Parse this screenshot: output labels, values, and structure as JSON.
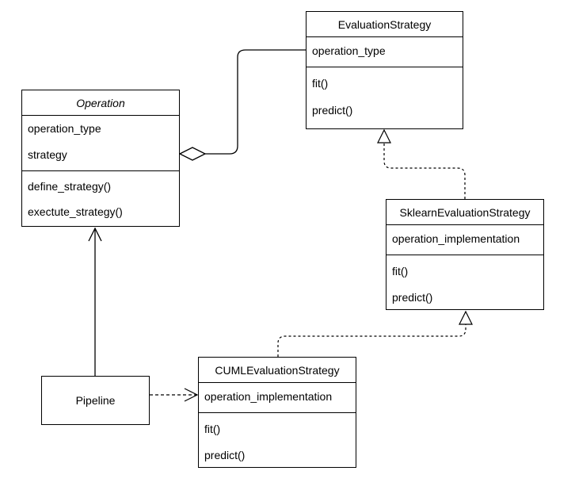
{
  "classes": {
    "evaluation_strategy": {
      "name": "EvaluationStrategy",
      "attributes": [
        "operation_type"
      ],
      "methods": [
        "fit()",
        "predict()"
      ]
    },
    "operation": {
      "name": "Operation",
      "attributes": [
        "operation_type",
        "strategy"
      ],
      "methods": [
        "define_strategy()",
        "exectute_strategy()"
      ]
    },
    "sklearn_evaluation_strategy": {
      "name": "SklearnEvaluationStrategy",
      "attributes": [
        "operation_implementation"
      ],
      "methods": [
        "fit()",
        "predict()"
      ]
    },
    "cuml_evaluation_strategy": {
      "name": "CUMLEvaluationStrategy",
      "attributes": [
        "operation_implementation"
      ],
      "methods": [
        "fit()",
        "predict()"
      ]
    },
    "pipeline": {
      "name": "Pipeline"
    }
  },
  "relations": [
    {
      "from": "operation",
      "to": "evaluation_strategy",
      "type": "aggregation"
    },
    {
      "from": "sklearn_evaluation_strategy",
      "to": "evaluation_strategy",
      "type": "realization"
    },
    {
      "from": "cuml_evaluation_strategy",
      "to": "sklearn_evaluation_strategy",
      "type": "realization"
    },
    {
      "from": "pipeline",
      "to": "operation",
      "type": "association"
    },
    {
      "from": "pipeline",
      "to": "cuml_evaluation_strategy",
      "type": "dependency"
    }
  ]
}
